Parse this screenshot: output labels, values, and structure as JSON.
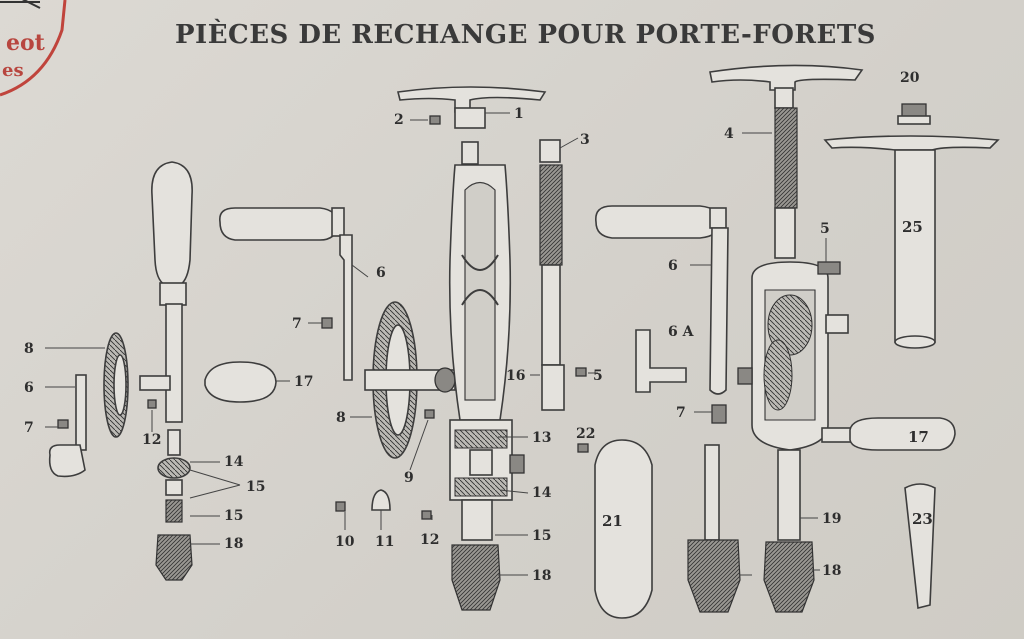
{
  "title": "PIÈCES DE RECHANGE POUR PORTE-FORETS",
  "logo": {
    "line1": "eot",
    "line2": "es",
    "color": "#c0443c"
  },
  "labels": [
    {
      "id": "1",
      "text": "1"
    },
    {
      "id": "2",
      "text": "2"
    },
    {
      "id": "3",
      "text": "3"
    },
    {
      "id": "4",
      "text": "4"
    },
    {
      "id": "5a",
      "text": "5"
    },
    {
      "id": "5b",
      "text": "5"
    },
    {
      "id": "6a",
      "text": "6"
    },
    {
      "id": "6b",
      "text": "6"
    },
    {
      "id": "6c",
      "text": "6"
    },
    {
      "id": "6A",
      "text": "6 A"
    },
    {
      "id": "7a",
      "text": "7"
    },
    {
      "id": "7b",
      "text": "7"
    },
    {
      "id": "7c",
      "text": "7"
    },
    {
      "id": "8a",
      "text": "8"
    },
    {
      "id": "8b",
      "text": "8"
    },
    {
      "id": "9",
      "text": "9"
    },
    {
      "id": "10",
      "text": "10"
    },
    {
      "id": "11",
      "text": "11"
    },
    {
      "id": "12a",
      "text": "12"
    },
    {
      "id": "12b",
      "text": "12"
    },
    {
      "id": "13",
      "text": "13"
    },
    {
      "id": "14a",
      "text": "14"
    },
    {
      "id": "14b",
      "text": "14"
    },
    {
      "id": "15a",
      "text": "15"
    },
    {
      "id": "15b",
      "text": "15"
    },
    {
      "id": "15c",
      "text": "15"
    },
    {
      "id": "16",
      "text": "16"
    },
    {
      "id": "17a",
      "text": "17"
    },
    {
      "id": "17b",
      "text": "17"
    },
    {
      "id": "18a",
      "text": "18"
    },
    {
      "id": "18b",
      "text": "18"
    },
    {
      "id": "18c",
      "text": "18"
    },
    {
      "id": "19",
      "text": "19"
    },
    {
      "id": "20",
      "text": "20"
    },
    {
      "id": "21",
      "text": "21"
    },
    {
      "id": "22",
      "text": "22"
    },
    {
      "id": "23",
      "text": "23"
    },
    {
      "id": "25",
      "text": "25"
    }
  ]
}
